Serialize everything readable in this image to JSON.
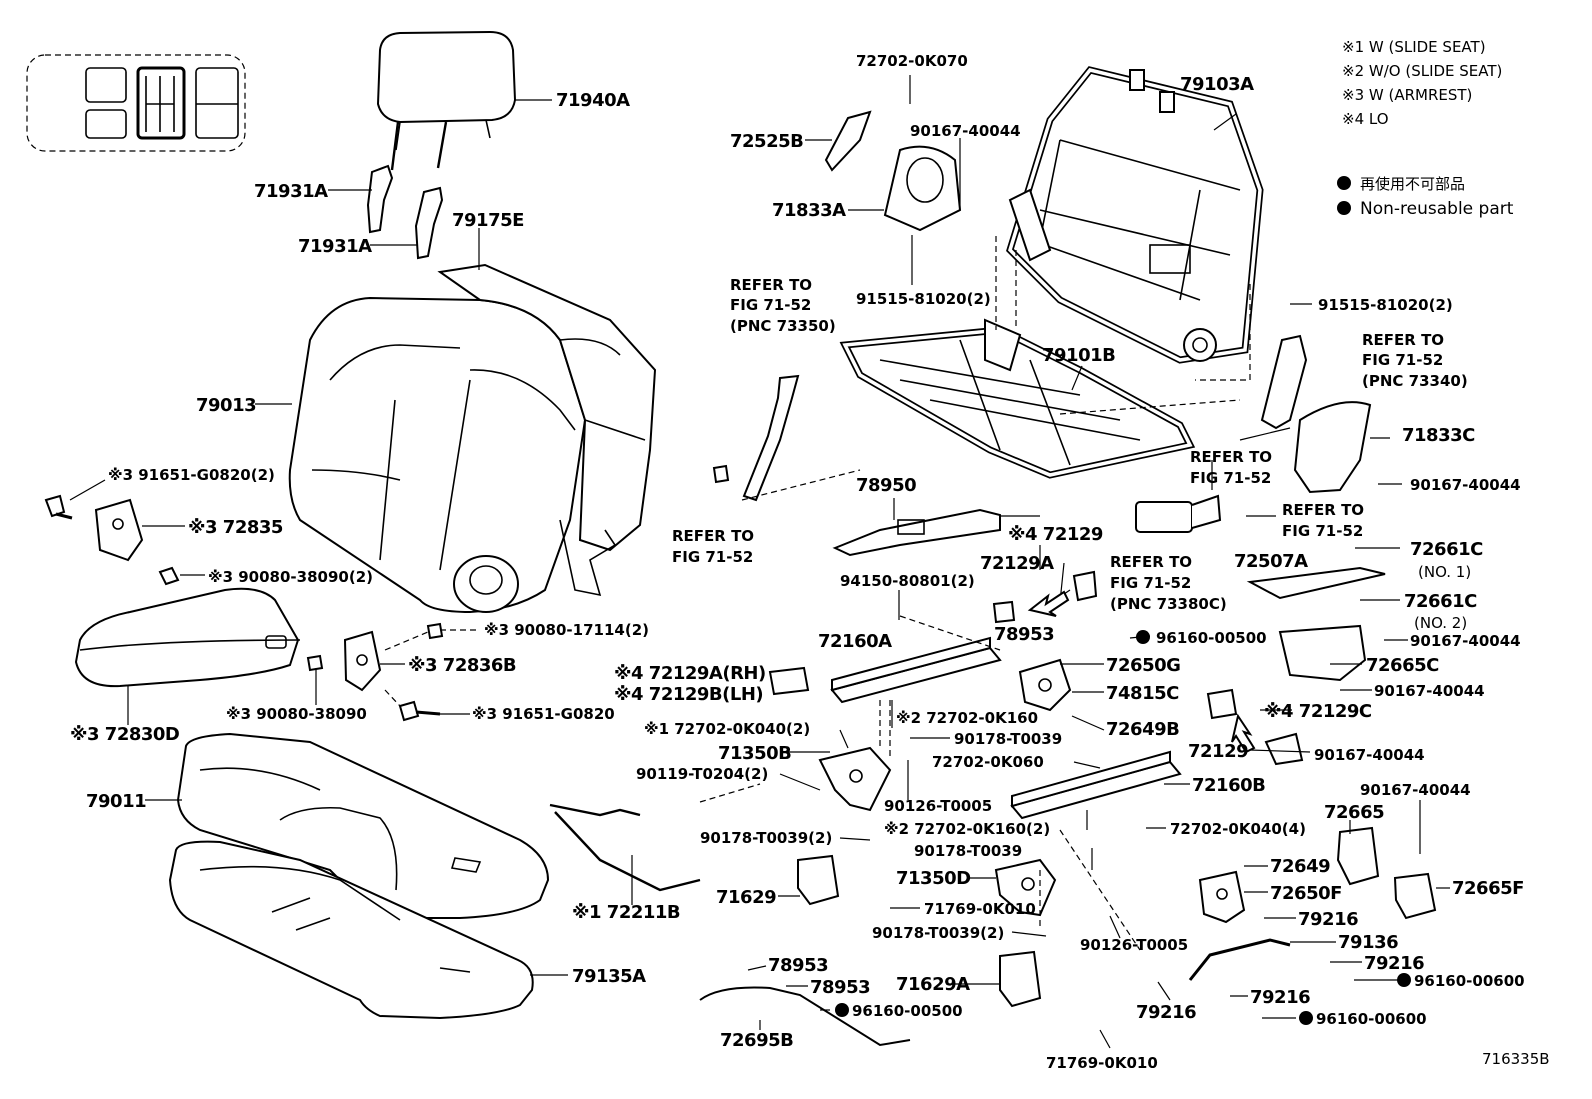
{
  "legend": {
    "notes": [
      "※1 W (SLIDE SEAT)",
      "※2 W/O (SLIDE SEAT)",
      "※3 W (ARMREST)",
      "※4 LO"
    ],
    "non_reusable_jp": "再使用不可部品",
    "non_reusable_en": "Non-reusable part"
  },
  "figure_number": "716335B",
  "labels": {
    "p71940A": "71940A",
    "p71931A_1": "71931A",
    "p71931A_2": "71931A",
    "p79175E": "79175E",
    "p79013": "79013",
    "p91651_G0820_2": "※3 91651-G0820(2)",
    "p72835": "※3 72835",
    "p90080_38090_2": "※3 90080-38090(2)",
    "p90080_17114_2": "※3 90080-17114(2)",
    "p72836B": "※3 72836B",
    "p72830D": "※3 72830D",
    "p90080_38090": "※3 90080-38090",
    "p91651_G0820": "※3 91651-G0820",
    "p79011": "79011",
    "p79135A": "79135A",
    "p72211B": "※1 72211B",
    "p72702_0K070": "72702-0K070",
    "p72525B": "72525B",
    "p90167_40044_a": "90167-40044",
    "p71833A": "71833A",
    "p91515_81020_a": "91515-81020(2)",
    "p79103A": "79103A",
    "p91515_81020_b": "91515-81020(2)",
    "refer_73350_1": "REFER TO",
    "refer_73350_2": "FIG 71-52",
    "refer_73350_3": "(PNC 73350)",
    "p79101B": "79101B",
    "refer_73340_1": "REFER TO",
    "refer_73340_2": "FIG 71-52",
    "refer_73340_3": "(PNC 73340)",
    "p71833C": "71833C",
    "refer_mid_1": "REFER TO",
    "refer_mid_2": "FIG 71-52",
    "p90167_40044_b": "90167-40044",
    "refer_right_1": "REFER TO",
    "refer_right_2": "FIG 71-52",
    "refer_left_1": "REFER TO",
    "refer_left_2": "FIG 71-52",
    "p78950": "78950",
    "p72129_lo": "※4 72129",
    "p72129A": "72129A",
    "refer_73380C_1": "REFER TO",
    "refer_73380C_2": "FIG 71-52",
    "refer_73380C_3": "(PNC 73380C)",
    "p72507A": "72507A",
    "p72661C_1": "72661C",
    "p72661C_1n": "(NO. 1)",
    "p72661C_2": "72661C",
    "p72661C_2n": "(NO. 2)",
    "p94150_80801": "94150-80801(2)",
    "p72160A": "72160A",
    "p78953_a": "78953",
    "p96160_00500_a": "96160-00500",
    "p72650G": "72650G",
    "p72129A_RH": "※4 72129A(RH)",
    "p72129B_LH": "※4 72129B(LH)",
    "p74815C": "74815C",
    "p90167_40044_c": "90167-40044",
    "p72665C": "72665C",
    "p90167_40044_d": "90167-40044",
    "p72702_0K040_2": "※1 72702-0K040(2)",
    "p72702_0K160_a": "※2 72702-0K160",
    "p72649B": "72649B",
    "p72129C": "※4 72129C",
    "p71350B": "71350B",
    "p90178_T0039_a": "90178-T0039",
    "p90119_T0204": "90119-T0204(2)",
    "p72702_0K060": "72702-0K060",
    "p72129_b": "72129",
    "p90167_40044_e": "90167-40044",
    "p72160B": "72160B",
    "p90126_T0005_a": "90126-T0005",
    "p90167_40044_f": "90167-40044",
    "p90178_T0039_2a": "90178-T0039(2)",
    "p72702_0K160_2": "※2 72702-0K160(2)",
    "p72702_0K040_4": "72702-0K040(4)",
    "p72665": "72665",
    "p90178_T0039_b": "90178-T0039",
    "p71629": "71629",
    "p71350D": "71350D",
    "p72649": "72649",
    "p72650F": "72650F",
    "p72665F": "72665F",
    "p71769_0K010_a": "71769-0K010",
    "p79216_a": "79216",
    "p90178_T0039_2b": "90178-T0039(2)",
    "p90126_T0005_b": "90126-T0005",
    "p79136": "79136",
    "p79216_b": "79216",
    "p78953_b": "78953",
    "p78953_c": "78953",
    "p96160_00500_b": "96160-00500",
    "p71629A": "71629A",
    "p79216_c": "79216",
    "p96160_00600_a": "96160-00600",
    "p79216_d": "79216",
    "p96160_00600_b": "96160-00600",
    "p72695B": "72695B",
    "p71769_0K010_b": "71769-0K010"
  }
}
